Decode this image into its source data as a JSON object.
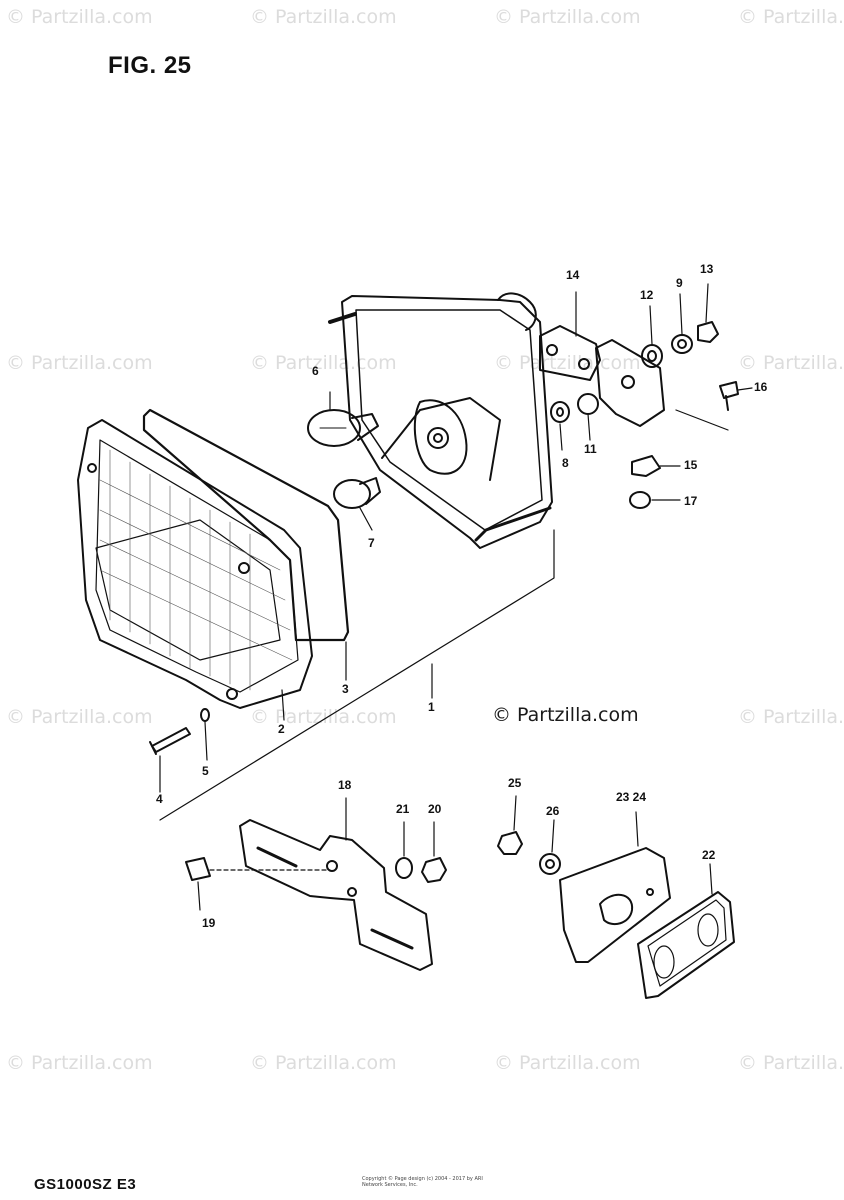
{
  "figure": {
    "title": "FIG. 25",
    "model": "GS1000SZ  E3"
  },
  "credit": "© Partzilla.com",
  "watermark": "© Partzilla.com",
  "footer_fine_print": "Copyright © Page design (c) 2004 - 2017 by ARI Network Services, Inc.",
  "callouts": [
    "1",
    "2",
    "3",
    "4",
    "5",
    "6",
    "7",
    "8",
    "9",
    "11",
    "12",
    "13",
    "14",
    "15",
    "16",
    "17",
    "18",
    "19",
    "20",
    "21",
    "22",
    "23 24",
    "25",
    "26"
  ]
}
